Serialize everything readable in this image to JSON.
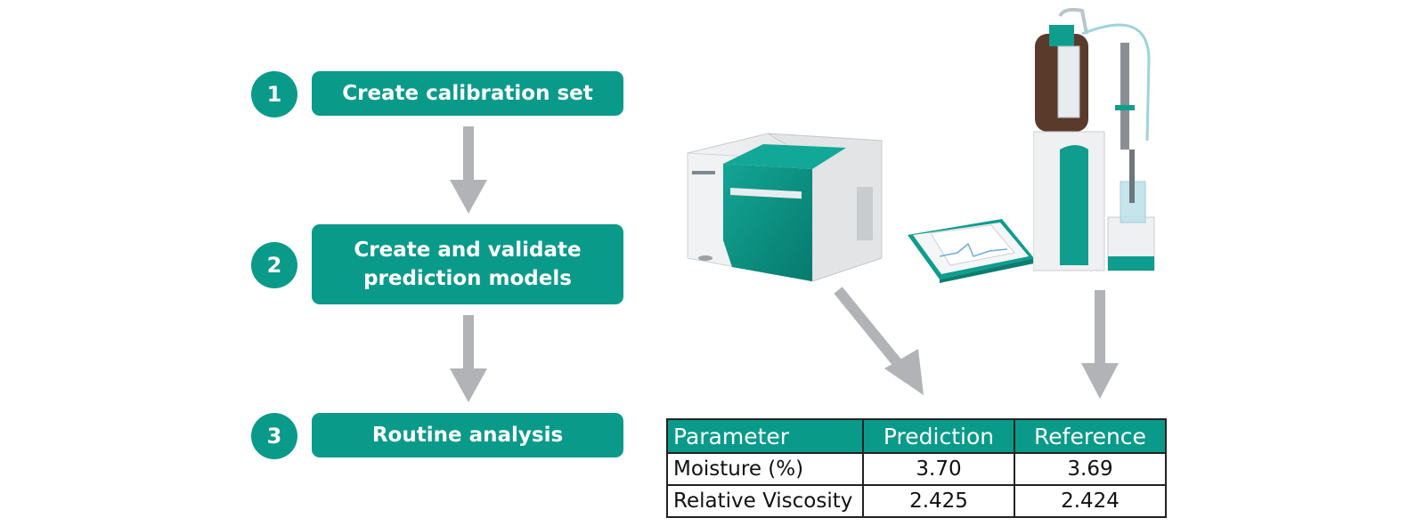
{
  "steps": [
    {
      "number": "1",
      "label": "Create calibration set"
    },
    {
      "number": "2",
      "label": "Create and validate\nprediction models"
    },
    {
      "number": "3",
      "label": "Routine analysis"
    }
  ],
  "table": {
    "headers": [
      "Parameter",
      "Prediction",
      "Reference"
    ],
    "rows": [
      [
        "Moisture (%)",
        "3.70",
        "3.69"
      ],
      [
        "Relative Viscosity",
        "2.425",
        "2.424"
      ]
    ]
  },
  "colors": {
    "accent": "#0a9a8a",
    "arrow": "#b1b3b6"
  }
}
